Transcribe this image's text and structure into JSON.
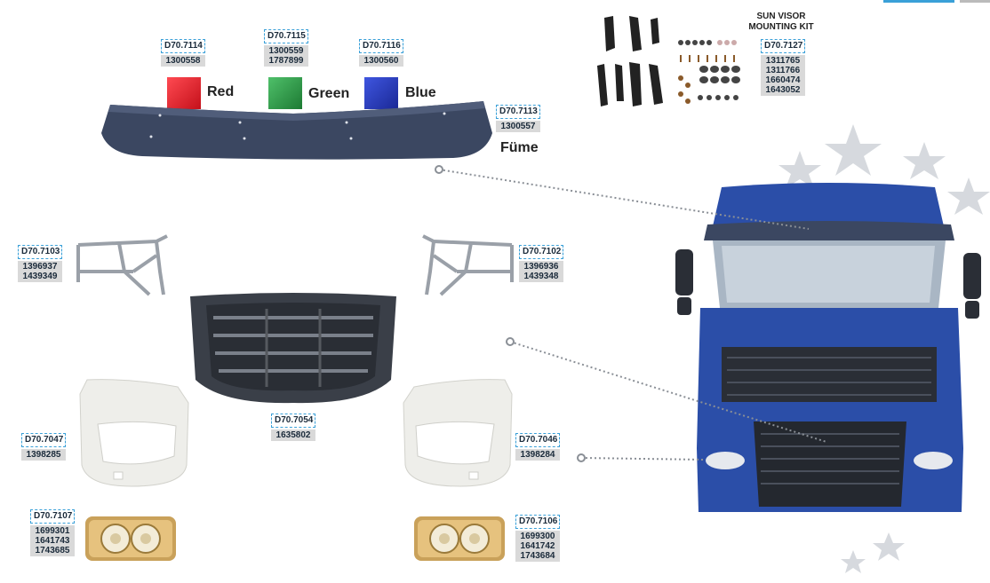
{
  "colors": {
    "red": "#e0202a",
    "green": "#2e9e48",
    "blue": "#2338b8",
    "visor": "#3b4761",
    "truck": "#2b4ea8",
    "plastic": "#eeeeea",
    "frame": "#9aa0a8",
    "accent": "#3aa0d8"
  },
  "sun_visor_colors": [
    {
      "code": "D70.7114",
      "numbers": [
        "1300558"
      ],
      "label": "Red"
    },
    {
      "code": "D70.7115",
      "numbers": [
        "1300559",
        "1787899"
      ],
      "label": "Green"
    },
    {
      "code": "D70.7116",
      "numbers": [
        "1300560"
      ],
      "label": "Blue"
    }
  ],
  "sun_visor": {
    "code": "D70.7113",
    "numbers": [
      "1300557"
    ],
    "label": "Füme"
  },
  "mounting_kit": {
    "title_line1": "SUN VISOR",
    "title_line2": "MOUNTING KIT",
    "code": "D70.7127",
    "numbers": [
      "1311765",
      "1311766",
      "1660474",
      "1643052"
    ]
  },
  "bracket_left": {
    "code": "D70.7103",
    "numbers": [
      "1396937",
      "1439349"
    ]
  },
  "bracket_right": {
    "code": "D70.7102",
    "numbers": [
      "1396936",
      "1439348"
    ]
  },
  "grille": {
    "code": "D70.7054",
    "numbers": [
      "1635802"
    ]
  },
  "corner_left": {
    "code": "D70.7047",
    "numbers": [
      "1398285"
    ]
  },
  "corner_right": {
    "code": "D70.7046",
    "numbers": [
      "1398284"
    ]
  },
  "headlamp_left": {
    "code": "D70.7107",
    "numbers": [
      "1699301",
      "1641743",
      "1743685"
    ]
  },
  "headlamp_right": {
    "code": "D70.7106",
    "numbers": [
      "1699300",
      "1641742",
      "1743684"
    ]
  }
}
